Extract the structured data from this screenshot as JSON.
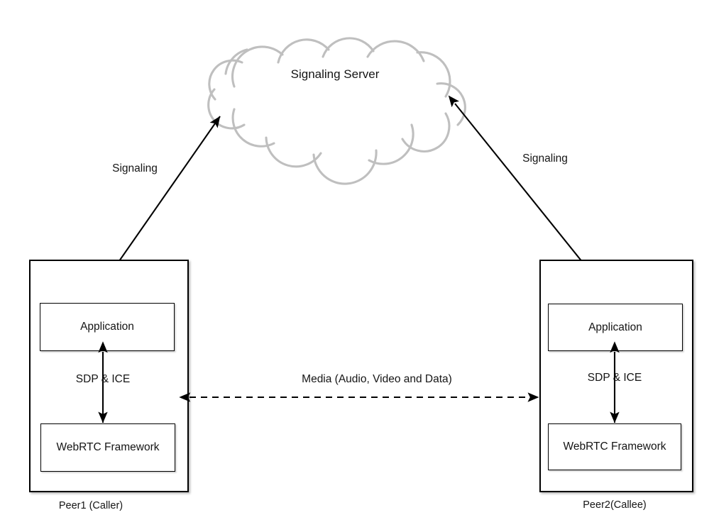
{
  "diagram": {
    "title_text": "Signaling Server",
    "cloud": {
      "label": "Signaling Server",
      "stroke_color": "#bfbfbf",
      "name": "signaling-server-cloud"
    },
    "peers": [
      {
        "id": "peer1",
        "caption": "Peer1 (Caller)",
        "application_label": "Application",
        "framework_label": "WebRTC Framework",
        "internal_link_label": "SDP & ICE",
        "signaling_label": "Signaling"
      },
      {
        "id": "peer2",
        "caption": "Peer2(Callee)",
        "application_label": "Application",
        "framework_label": "WebRTC Framework",
        "internal_link_label": "SDP & ICE",
        "signaling_label": "Signaling"
      }
    ],
    "media_link": {
      "label": "Media (Audio, Video and Data)",
      "style": "dashed-double-arrow"
    },
    "colors": {
      "line": "#000000",
      "cloud_stroke": "#bfbfbf",
      "text": "#151515",
      "background": "#ffffff"
    }
  }
}
